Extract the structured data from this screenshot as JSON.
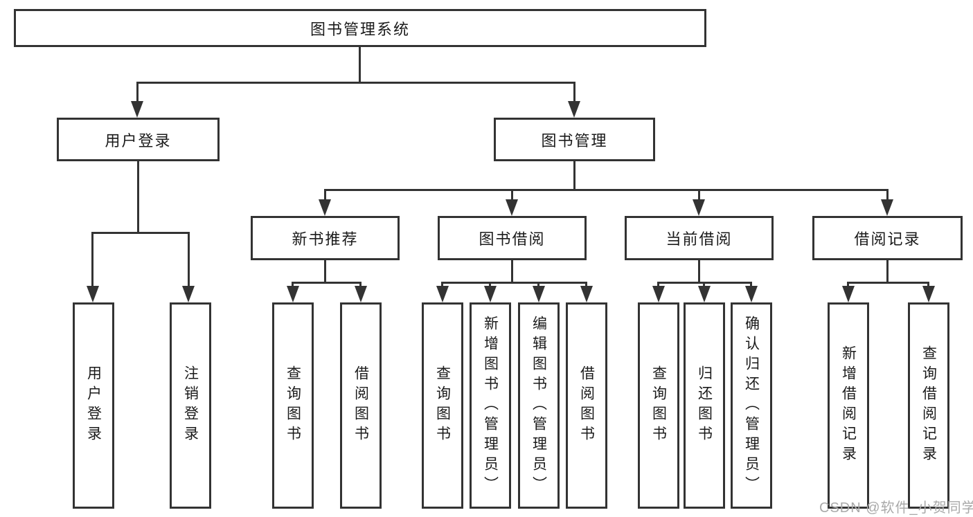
{
  "diagram": {
    "type": "tree",
    "title": "图书管理系统功能结构",
    "colors": {
      "line": "#333333",
      "text": "#1a1a1a",
      "background": "#ffffff",
      "watermark": "#a9a9a9"
    },
    "nodes": {
      "root": "图书管理系统",
      "user_login": "用户登录",
      "book_management": "图书管理",
      "new_book_recommend": "新书推荐",
      "book_borrowing": "图书借阅",
      "current_borrowing": "当前借阅",
      "borrowing_records": "借阅记录",
      "leaf_user_login": "用户登录",
      "leaf_logout": "注销登录",
      "leaf_query_books_1": "查询图书",
      "leaf_borrow_books_1": "借阅图书",
      "leaf_query_books_2": "查询图书",
      "leaf_add_books_admin": "新增图书（管理员）",
      "leaf_edit_books_admin": "编辑图书（管理员）",
      "leaf_borrow_books_2": "借阅图书",
      "leaf_query_books_3": "查询图书",
      "leaf_return_books": "归还图书",
      "leaf_confirm_return_admin": "确认归还（管理员）",
      "leaf_add_borrow_record": "新增借阅记录",
      "leaf_query_borrow_record": "查询借阅记录"
    },
    "edges": [
      "图书管理系统→用户登录",
      "图书管理系统→图书管理",
      "用户登录→用户登录",
      "用户登录→注销登录",
      "图书管理→新书推荐",
      "图书管理→图书借阅",
      "图书管理→当前借阅",
      "图书管理→借阅记录",
      "新书推荐→查询图书",
      "新书推荐→借阅图书",
      "图书借阅→查询图书",
      "图书借阅→新增图书（管理员）",
      "图书借阅→编辑图书（管理员）",
      "图书借阅→借阅图书",
      "当前借阅→查询图书",
      "当前借阅→归还图书",
      "当前借阅→确认归还（管理员）",
      "借阅记录→新增借阅记录",
      "借阅记录→查询借阅记录"
    ]
  },
  "watermark": {
    "text": "CSDN @软件_小贺同学"
  }
}
